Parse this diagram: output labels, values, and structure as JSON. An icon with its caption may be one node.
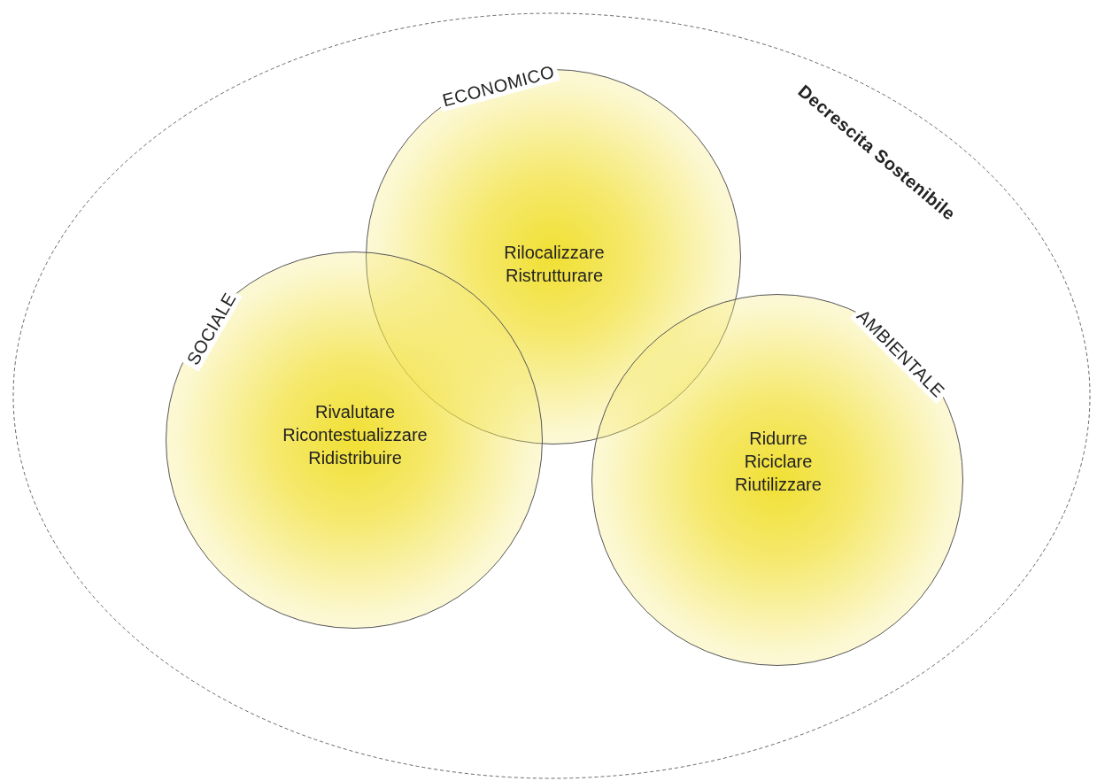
{
  "diagram": {
    "nodes": [
      {
        "text": [
          "Decrescita Sostenibile"
        ]
      },
      {
        "text": [
          "ECONOMICO",
          "Rilocalizzare Ristrutturare"
        ],
        "in": 0
      },
      {
        "text": [
          "SOCIALE",
          "Rivalutare Ricontestualizzare Ridistribuire"
        ],
        "in": 0
      },
      {
        "text": [
          "AMBIENTALE",
          "Ridurre Riciclare Riutilizzare"
        ],
        "in": 0
      }
    ]
  }
}
